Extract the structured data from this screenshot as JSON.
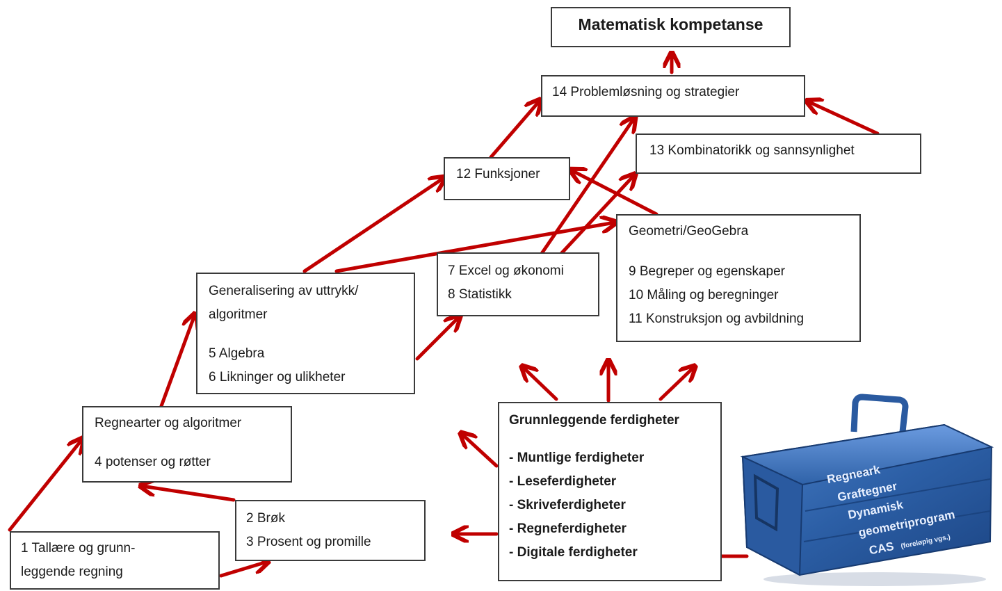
{
  "boxes": {
    "top": "Matematisk kompetanse",
    "b14": "14 Problemløsning og strategier",
    "b13": "13 Kombinatorikk og sannsynlighet",
    "b12": "12 Funksjoner",
    "geo": {
      "heading": "Geometri/GeoGebra",
      "items": [
        "9 Begreper og egenskaper",
        "10 Måling og beregninger",
        "11 Konstruksjon og avbildning"
      ]
    },
    "excel": [
      "7 Excel og økonomi",
      "8 Statistikk"
    ],
    "gen": {
      "heading1": "Generalisering av uttrykk/",
      "heading2": "algoritmer",
      "items": [
        "5 Algebra",
        "6 Likninger og ulikheter"
      ]
    },
    "regn": {
      "heading": "Regnearter og algoritmer",
      "item": "4 potenser og røtter"
    },
    "brok": [
      "2 Brøk",
      "3 Prosent og promille"
    ],
    "tall": [
      "1 Tallære og grunn-",
      "leggende regning"
    ],
    "grunn": {
      "heading": "Grunnleggende ferdigheter",
      "items": [
        "- Muntlige ferdigheter",
        "- Leseferdigheter",
        "- Skriveferdigheter",
        "- Regneferdigheter",
        "- Digitale ferdigheter"
      ]
    }
  },
  "toolbox": {
    "labels": [
      "Regneark",
      "Graftegner",
      "Dynamisk",
      "geometriprogram",
      "CAS"
    ],
    "cas_note": "(foreløpig vgs.)"
  },
  "colors": {
    "arrow": "#c00000",
    "toolbox": "#2f62a8"
  }
}
